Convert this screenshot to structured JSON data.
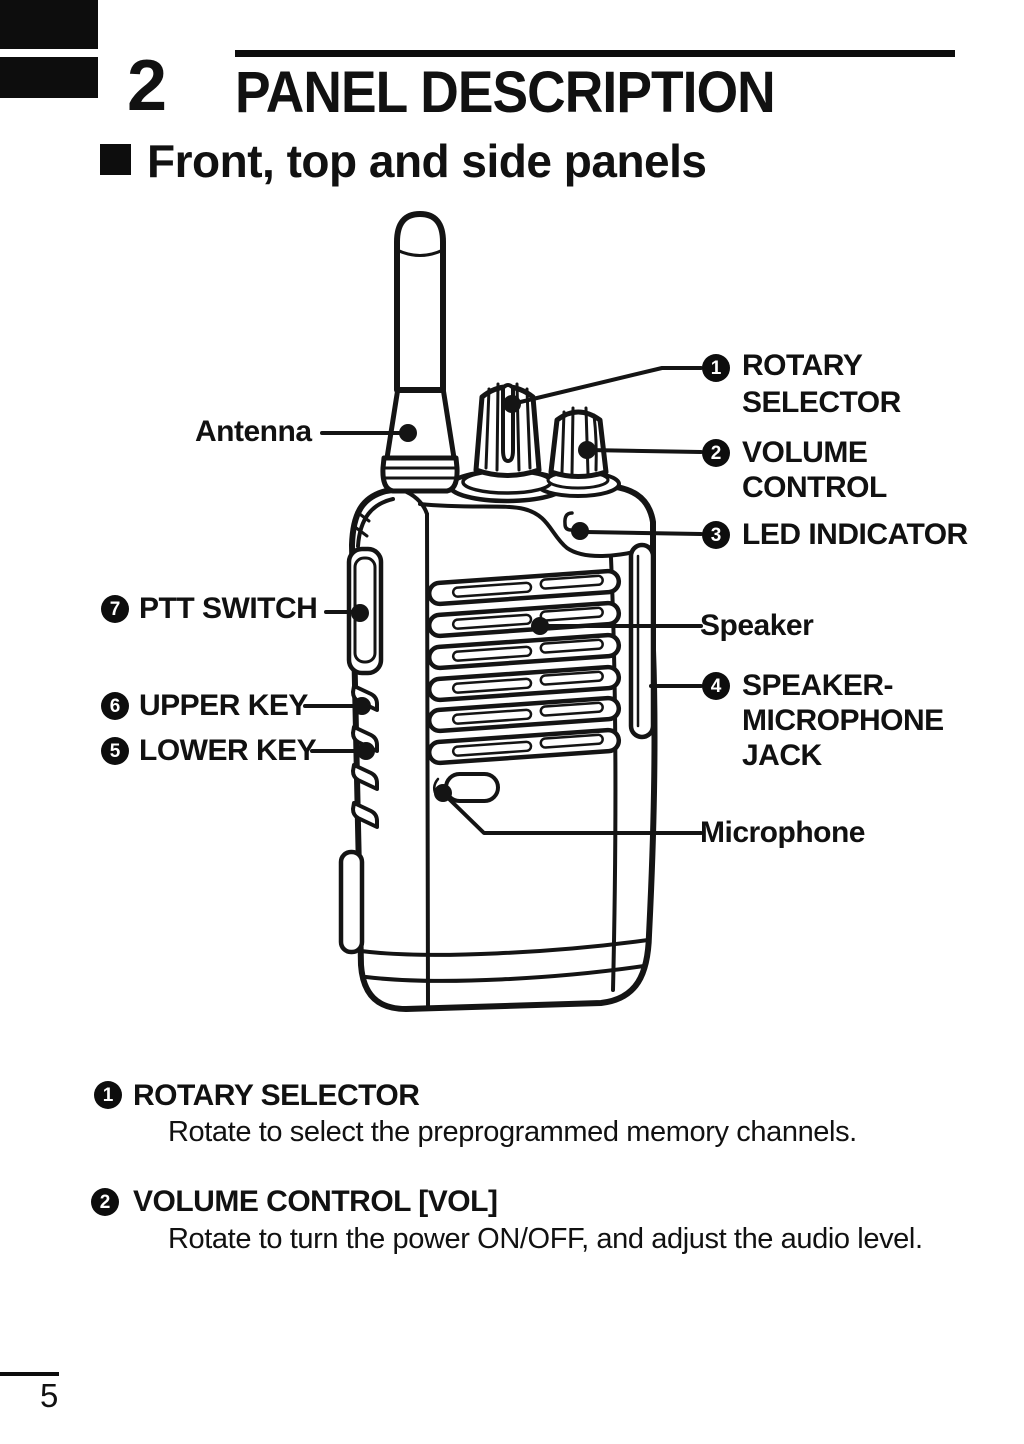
{
  "colors": {
    "ink": "#111111",
    "paper": "#ffffff"
  },
  "page": {
    "chapter_number": "2",
    "chapter_title": "PANEL DESCRIPTION",
    "section_title": "Front, top and side panels",
    "page_number": "5"
  },
  "diagram": {
    "callouts": {
      "antenna": {
        "label": "Antenna"
      },
      "rotary_selector": {
        "num": "1",
        "lines": [
          "ROTARY",
          "SELECTOR"
        ]
      },
      "volume_control": {
        "num": "2",
        "lines": [
          "VOLUME",
          "CONTROL"
        ]
      },
      "led_indicator": {
        "num": "3",
        "label": "LED INDICATOR"
      },
      "speaker": {
        "label": "Speaker"
      },
      "speaker_microphone_jack": {
        "num": "4",
        "lines": [
          "SPEAKER-",
          "MICROPHONE",
          "JACK"
        ]
      },
      "microphone": {
        "label": "Microphone"
      },
      "ptt_switch": {
        "num": "7",
        "label": "PTT SWITCH"
      },
      "upper_key": {
        "num": "6",
        "label": "UPPER KEY"
      },
      "lower_key": {
        "num": "5",
        "label": "LOWER KEY"
      }
    }
  },
  "descriptions": [
    {
      "num": "1",
      "heading": "ROTARY SELECTOR",
      "body": "Rotate to select the preprogrammed memory channels."
    },
    {
      "num": "2",
      "heading": "VOLUME CONTROL [VOL]",
      "body": "Rotate to turn the power ON/OFF, and adjust the audio level."
    }
  ]
}
